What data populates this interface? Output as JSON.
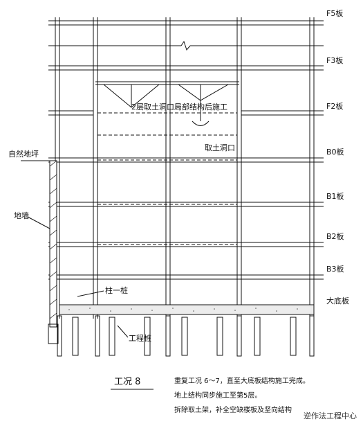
{
  "levels": [
    {
      "key": "f5",
      "label": "F5板"
    },
    {
      "key": "f3",
      "label": "F3板"
    },
    {
      "key": "f2",
      "label": "F2板"
    },
    {
      "key": "b0",
      "label": "B0板"
    },
    {
      "key": "b1",
      "label": "B1板"
    },
    {
      "key": "b2",
      "label": "B2板"
    },
    {
      "key": "b3",
      "label": "B3板"
    },
    {
      "key": "raft",
      "label": "大底板"
    }
  ],
  "annotations": {
    "ground": "自然地坪",
    "wall": "地墙",
    "column_pile": "柱一桩",
    "eng_pile": "工程桩",
    "opening": "取土洞口",
    "opening_note": "2层取土洞口局部结构后施工"
  },
  "caption": {
    "title": "工况 8",
    "lines": [
      "重复工况 6～7，直至大底板结构施工完成。",
      "地上结构同步施工至第5层。",
      "拆除取土架，补全空缺楼板及坚向结构"
    ]
  },
  "watermark": "逆作法工程中心"
}
